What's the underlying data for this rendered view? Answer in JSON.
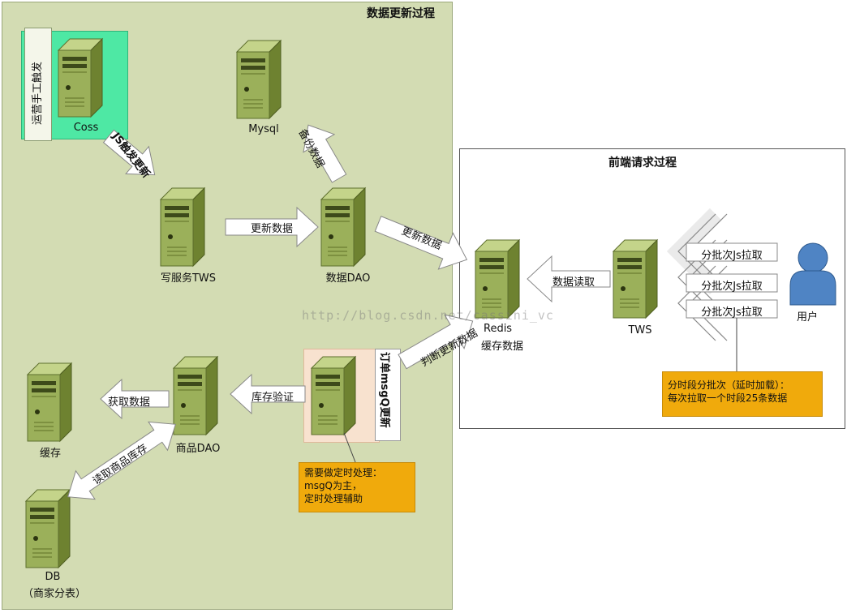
{
  "panels": {
    "update_title": "数据更新过程",
    "request_title": "前端请求过程"
  },
  "nodes": {
    "coss": "Coss",
    "mysql": "Mysql",
    "write_tws": "写服务TWS",
    "data_dao": "数据DAO",
    "redis": "Redis",
    "redis_sub": "缓存数据",
    "tws": "TWS",
    "user": "用户",
    "cache": "缓存",
    "goods_dao": "商品DAO",
    "db": "DB",
    "db_sub": "（商家分表）"
  },
  "labels": {
    "operator_trigger": "运营手工触发",
    "js_trigger": "JS触发更新",
    "update_data_1": "更新数据",
    "backup_data": "备份数据",
    "update_data_2": "更新数据",
    "judge_update": "判断更新数据",
    "data_read": "数据读取",
    "batch_1": "分批次Js拉取",
    "batch_2": "分批次Js拉取",
    "batch_3": "分批次Js拉取",
    "get_data": "获取数据",
    "stock_verify": "库存验证",
    "read_stock": "读取商品库存",
    "order_msgq": "订单msgQ更新"
  },
  "notes": {
    "batch_line1": "分时段分批次（延时加载）：",
    "batch_line2": "每次拉取一个时段25条数据",
    "timer_line1": "需要做定时处理：",
    "timer_line2": "msgQ为主，",
    "timer_line3": "定时处理辅助"
  },
  "watermark": "http://blog.csdn.net/cassini_vc",
  "colors": {
    "panel_bg": "#d3dcb3",
    "server_body": "#9bb05a",
    "server_dark": "#5e6f2d",
    "note_bg": "#f0aa0c",
    "user_blue": "#4f84c4",
    "coss_highlight": "#4ee8a4",
    "msgq_highlight": "#f8e2cf"
  }
}
